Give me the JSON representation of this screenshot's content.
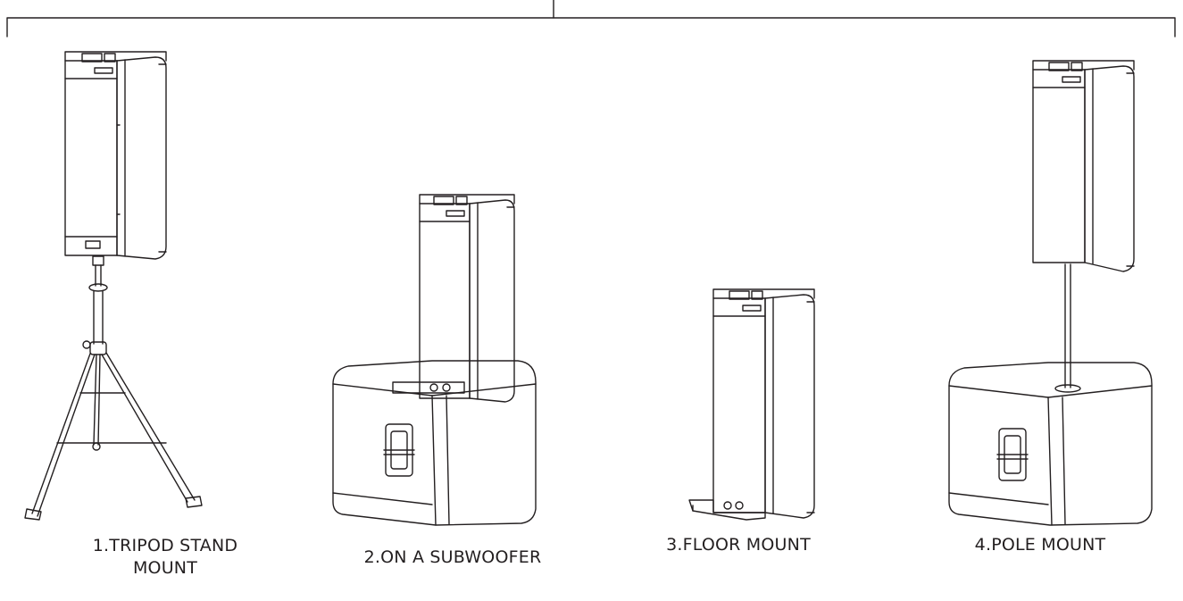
{
  "figure": {
    "mounts": [
      {
        "id": "tripod",
        "caption": "1.TRIPOD STAND\nMOUNT"
      },
      {
        "id": "subwoofer",
        "caption": "2.ON A SUBWOOFER"
      },
      {
        "id": "floor",
        "caption": "3.FLOOR MOUNT"
      },
      {
        "id": "pole",
        "caption": "4.POLE MOUNT"
      }
    ]
  },
  "colors": {
    "line": "#231f20",
    "background": "#ffffff"
  }
}
